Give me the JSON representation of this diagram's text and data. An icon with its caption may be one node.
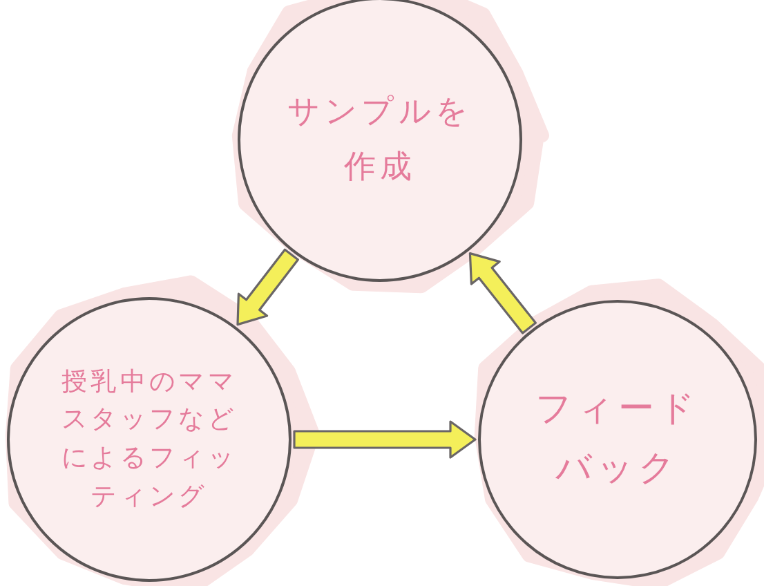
{
  "diagram": {
    "nodes": [
      {
        "text": [
          "サンプルを作成"
        ]
      },
      {
        "text": [
          "授乳中のママスタッフなどによるフィッティング"
        ]
      },
      {
        "text": [
          "フィードバック"
        ]
      }
    ],
    "edges": [
      {
        "from": 0,
        "to": 1,
        "arrow": "to"
      },
      {
        "from": 1,
        "to": 2,
        "arrow": "to"
      },
      {
        "from": 2,
        "to": 0,
        "arrow": "to"
      }
    ]
  }
}
